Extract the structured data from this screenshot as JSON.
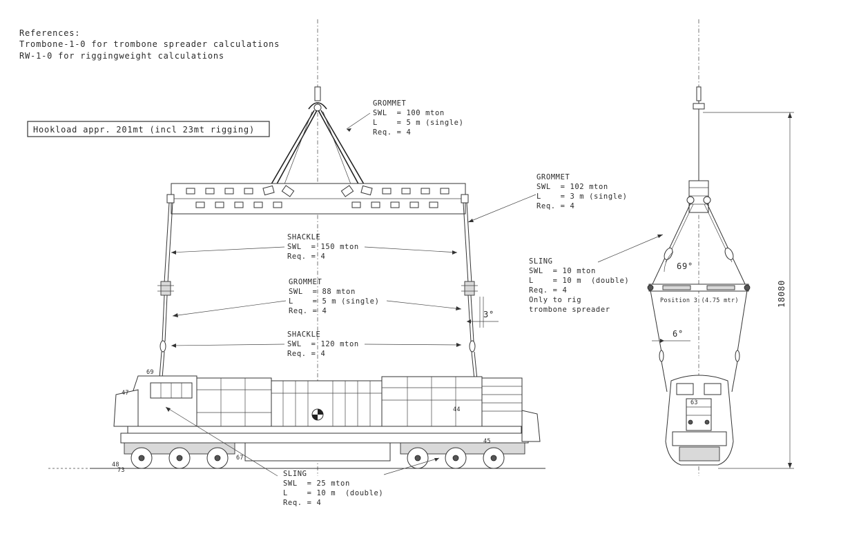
{
  "references": {
    "heading": "References:",
    "line1": "Trombone-1-0 for trombone spreader calculations",
    "line2": "RW-1-0 for riggingweight calculations"
  },
  "hookload": "Hookload appr. 201mt (incl 23mt rigging)",
  "callouts": {
    "grommet_top": {
      "title": "GROMMET",
      "swl": "SWL  = 100 mton",
      "len": "L    = 5 m (single)",
      "req": "Req. = 4"
    },
    "grommet_right": {
      "title": "GROMMET",
      "swl": "SWL  = 102 mton",
      "len": "L    = 3 m (single)",
      "req": "Req. = 4"
    },
    "shackle_150": {
      "title": "SHACKLE",
      "swl": "SWL  = 150 mton",
      "req": "Req. = 4"
    },
    "grommet_88": {
      "title": "GROMMET",
      "swl": "SWL  = 88 mton",
      "len": "L    = 5 m (single)",
      "req": "Req. = 4"
    },
    "shackle_120": {
      "title": "SHACKLE",
      "swl": "SWL  = 120 mton",
      "req": "Req. = 4"
    },
    "sling_bottom": {
      "title": "SLING",
      "swl": "SWL  = 25 mton",
      "len": "L    = 10 m  (double)",
      "req": "Req. = 4"
    },
    "sling_right": {
      "title": "SLING",
      "swl": "SWL  = 10 mton",
      "len": "L    = 10 m  (double)",
      "req": "Req. = 4",
      "note1": "Only to rig",
      "note2": "trombone spreader"
    }
  },
  "angles": {
    "side_sling": "3°",
    "end_sling_top": "69°",
    "end_sling_bottom": "6°"
  },
  "end_view": {
    "position": "Position 3 (4.75 mtr)",
    "height": "18080"
  },
  "loco_marks": {
    "m1": "69",
    "m2": "47",
    "m3": "48",
    "m4": "73",
    "m5": "67",
    "m6": "45",
    "m7": "44",
    "m8": "63"
  }
}
